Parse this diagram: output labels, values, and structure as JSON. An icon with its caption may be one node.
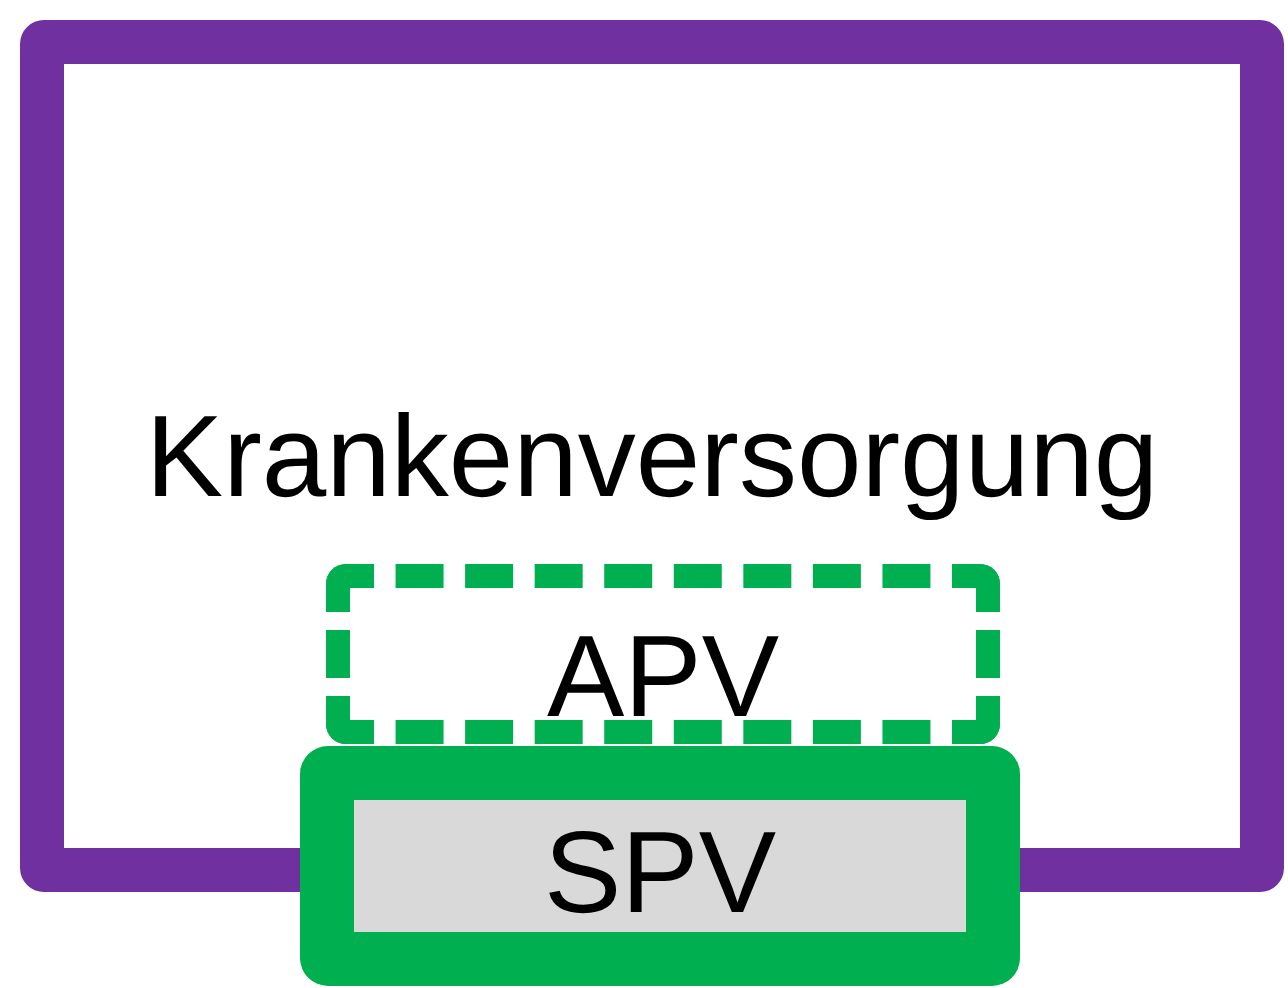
{
  "diagram": {
    "nodes": [
      {
        "text": [
          "Krankenversorgung"
        ]
      },
      {
        "text": [
          "APV"
        ],
        "in": 0
      },
      {
        "text": [
          "SPV"
        ]
      }
    ]
  }
}
